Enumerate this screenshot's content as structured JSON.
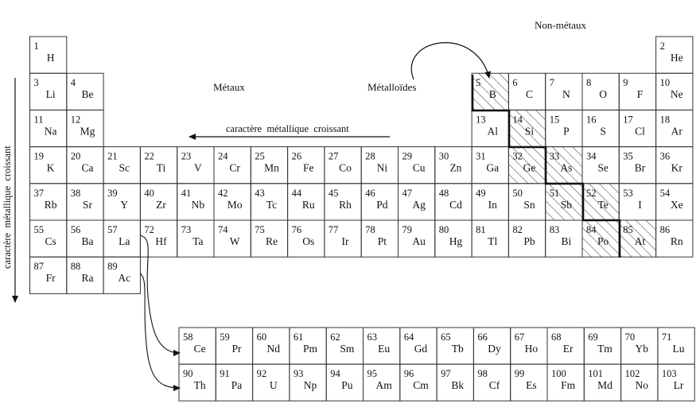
{
  "labels": {
    "metals": "Métaux",
    "metalloids": "Métalloïdes",
    "nonmetals": "Non-métaux",
    "horizontal_trend": "caractère  métallique  croissant",
    "vertical_trend": "caractère  métallique  croissant"
  },
  "main_table": [
    {
      "n": "1",
      "s": "H",
      "row": 1,
      "col": 1
    },
    {
      "n": "2",
      "s": "He",
      "row": 1,
      "col": 18
    },
    {
      "n": "3",
      "s": "Li",
      "row": 2,
      "col": 1
    },
    {
      "n": "4",
      "s": "Be",
      "row": 2,
      "col": 2
    },
    {
      "n": "5",
      "s": "B",
      "row": 2,
      "col": 13,
      "metalloid": true
    },
    {
      "n": "6",
      "s": "C",
      "row": 2,
      "col": 14
    },
    {
      "n": "7",
      "s": "N",
      "row": 2,
      "col": 15
    },
    {
      "n": "8",
      "s": "O",
      "row": 2,
      "col": 16
    },
    {
      "n": "9",
      "s": "F",
      "row": 2,
      "col": 17
    },
    {
      "n": "10",
      "s": "Ne",
      "row": 2,
      "col": 18
    },
    {
      "n": "11",
      "s": "Na",
      "row": 3,
      "col": 1
    },
    {
      "n": "12",
      "s": "Mg",
      "row": 3,
      "col": 2
    },
    {
      "n": "13",
      "s": "Al",
      "row": 3,
      "col": 13
    },
    {
      "n": "14",
      "s": "Si",
      "row": 3,
      "col": 14,
      "metalloid": true
    },
    {
      "n": "15",
      "s": "P",
      "row": 3,
      "col": 15
    },
    {
      "n": "16",
      "s": "S",
      "row": 3,
      "col": 16
    },
    {
      "n": "17",
      "s": "Cl",
      "row": 3,
      "col": 17
    },
    {
      "n": "18",
      "s": "Ar",
      "row": 3,
      "col": 18
    },
    {
      "n": "19",
      "s": "K",
      "row": 4,
      "col": 1
    },
    {
      "n": "20",
      "s": "Ca",
      "row": 4,
      "col": 2
    },
    {
      "n": "21",
      "s": "Sc",
      "row": 4,
      "col": 3
    },
    {
      "n": "22",
      "s": "Ti",
      "row": 4,
      "col": 4
    },
    {
      "n": "23",
      "s": "V",
      "row": 4,
      "col": 5
    },
    {
      "n": "24",
      "s": "Cr",
      "row": 4,
      "col": 6
    },
    {
      "n": "25",
      "s": "Mn",
      "row": 4,
      "col": 7
    },
    {
      "n": "26",
      "s": "Fe",
      "row": 4,
      "col": 8
    },
    {
      "n": "27",
      "s": "Co",
      "row": 4,
      "col": 9
    },
    {
      "n": "28",
      "s": "Ni",
      "row": 4,
      "col": 10
    },
    {
      "n": "29",
      "s": "Cu",
      "row": 4,
      "col": 11
    },
    {
      "n": "30",
      "s": "Zn",
      "row": 4,
      "col": 12
    },
    {
      "n": "31",
      "s": "Ga",
      "row": 4,
      "col": 13
    },
    {
      "n": "32",
      "s": "Ge",
      "row": 4,
      "col": 14,
      "metalloid": true
    },
    {
      "n": "33",
      "s": "As",
      "row": 4,
      "col": 15,
      "metalloid": true
    },
    {
      "n": "34",
      "s": "Se",
      "row": 4,
      "col": 16
    },
    {
      "n": "35",
      "s": "Br",
      "row": 4,
      "col": 17
    },
    {
      "n": "36",
      "s": "Kr",
      "row": 4,
      "col": 18
    },
    {
      "n": "37",
      "s": "Rb",
      "row": 5,
      "col": 1
    },
    {
      "n": "38",
      "s": "Sr",
      "row": 5,
      "col": 2
    },
    {
      "n": "39",
      "s": "Y",
      "row": 5,
      "col": 3
    },
    {
      "n": "40",
      "s": "Zr",
      "row": 5,
      "col": 4
    },
    {
      "n": "41",
      "s": "Nb",
      "row": 5,
      "col": 5
    },
    {
      "n": "42",
      "s": "Mo",
      "row": 5,
      "col": 6
    },
    {
      "n": "43",
      "s": "Tc",
      "row": 5,
      "col": 7
    },
    {
      "n": "44",
      "s": "Ru",
      "row": 5,
      "col": 8
    },
    {
      "n": "45",
      "s": "Rh",
      "row": 5,
      "col": 9
    },
    {
      "n": "46",
      "s": "Pd",
      "row": 5,
      "col": 10
    },
    {
      "n": "47",
      "s": "Ag",
      "row": 5,
      "col": 11
    },
    {
      "n": "48",
      "s": "Cd",
      "row": 5,
      "col": 12
    },
    {
      "n": "49",
      "s": "In",
      "row": 5,
      "col": 13
    },
    {
      "n": "50",
      "s": "Sn",
      "row": 5,
      "col": 14
    },
    {
      "n": "51",
      "s": "Sb",
      "row": 5,
      "col": 15,
      "metalloid": true
    },
    {
      "n": "52",
      "s": "Te",
      "row": 5,
      "col": 16,
      "metalloid": true
    },
    {
      "n": "53",
      "s": "I",
      "row": 5,
      "col": 17
    },
    {
      "n": "54",
      "s": "Xe",
      "row": 5,
      "col": 18
    },
    {
      "n": "55",
      "s": "Cs",
      "row": 6,
      "col": 1
    },
    {
      "n": "56",
      "s": "Ba",
      "row": 6,
      "col": 2
    },
    {
      "n": "57",
      "s": "La",
      "row": 6,
      "col": 3
    },
    {
      "n": "72",
      "s": "Hf",
      "row": 6,
      "col": 4
    },
    {
      "n": "73",
      "s": "Ta",
      "row": 6,
      "col": 5
    },
    {
      "n": "74",
      "s": "W",
      "row": 6,
      "col": 6
    },
    {
      "n": "75",
      "s": "Re",
      "row": 6,
      "col": 7
    },
    {
      "n": "76",
      "s": "Os",
      "row": 6,
      "col": 8
    },
    {
      "n": "77",
      "s": "Ir",
      "row": 6,
      "col": 9
    },
    {
      "n": "78",
      "s": "Pt",
      "row": 6,
      "col": 10
    },
    {
      "n": "79",
      "s": "Au",
      "row": 6,
      "col": 11
    },
    {
      "n": "80",
      "s": "Hg",
      "row": 6,
      "col": 12
    },
    {
      "n": "81",
      "s": "Tl",
      "row": 6,
      "col": 13
    },
    {
      "n": "82",
      "s": "Pb",
      "row": 6,
      "col": 14
    },
    {
      "n": "83",
      "s": "Bi",
      "row": 6,
      "col": 15
    },
    {
      "n": "84",
      "s": "Po",
      "row": 6,
      "col": 16,
      "metalloid": true
    },
    {
      "n": "85",
      "s": "At",
      "row": 6,
      "col": 17,
      "metalloid": true
    },
    {
      "n": "86",
      "s": "Rn",
      "row": 6,
      "col": 18
    },
    {
      "n": "87",
      "s": "Fr",
      "row": 7,
      "col": 1
    },
    {
      "n": "88",
      "s": "Ra",
      "row": 7,
      "col": 2
    },
    {
      "n": "89",
      "s": "Ac",
      "row": 7,
      "col": 3
    }
  ],
  "lanthanides": [
    {
      "n": "58",
      "s": "Ce"
    },
    {
      "n": "59",
      "s": "Pr"
    },
    {
      "n": "60",
      "s": "Nd"
    },
    {
      "n": "61",
      "s": "Pm"
    },
    {
      "n": "62",
      "s": "Sm"
    },
    {
      "n": "63",
      "s": "Eu"
    },
    {
      "n": "64",
      "s": "Gd"
    },
    {
      "n": "65",
      "s": "Tb"
    },
    {
      "n": "66",
      "s": "Dy"
    },
    {
      "n": "67",
      "s": "Ho"
    },
    {
      "n": "68",
      "s": "Er"
    },
    {
      "n": "69",
      "s": "Tm"
    },
    {
      "n": "70",
      "s": "Yb"
    },
    {
      "n": "71",
      "s": "Lu"
    }
  ],
  "actinides": [
    {
      "n": "90",
      "s": "Th"
    },
    {
      "n": "91",
      "s": "Pa"
    },
    {
      "n": "92",
      "s": "U"
    },
    {
      "n": "93",
      "s": "Np"
    },
    {
      "n": "94",
      "s": "Pu"
    },
    {
      "n": "95",
      "s": "Am"
    },
    {
      "n": "96",
      "s": "Cm"
    },
    {
      "n": "97",
      "s": "Bk"
    },
    {
      "n": "98",
      "s": "Cf"
    },
    {
      "n": "99",
      "s": "Es"
    },
    {
      "n": "100",
      "s": "Fm"
    },
    {
      "n": "101",
      "s": "Md"
    },
    {
      "n": "102",
      "s": "No"
    },
    {
      "n": "103",
      "s": "Lr"
    }
  ]
}
